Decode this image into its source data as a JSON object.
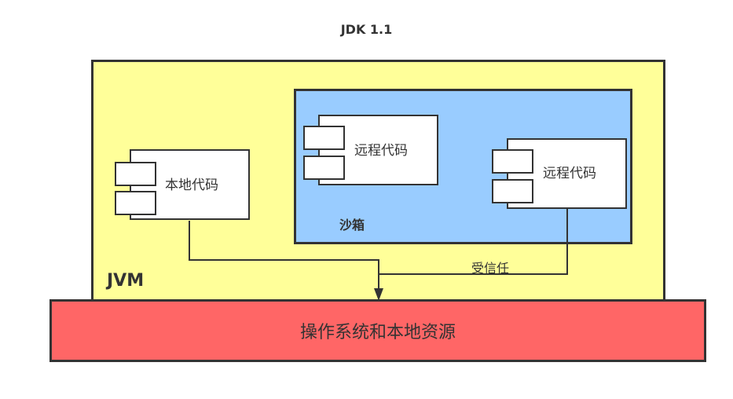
{
  "title": "JDK 1.1",
  "jvm": {
    "label": "JVM",
    "color": "#ffff99"
  },
  "sandbox": {
    "label": "沙箱",
    "color": "#99ccff"
  },
  "local_code": {
    "label": "本地代码"
  },
  "remote_code_1": {
    "label": "远程代码"
  },
  "remote_code_2": {
    "label": "远程代码"
  },
  "trusted": {
    "label": "受信任"
  },
  "os": {
    "label": "操作系统和本地资源",
    "color": "#ff6666"
  },
  "line_color": "#333333"
}
